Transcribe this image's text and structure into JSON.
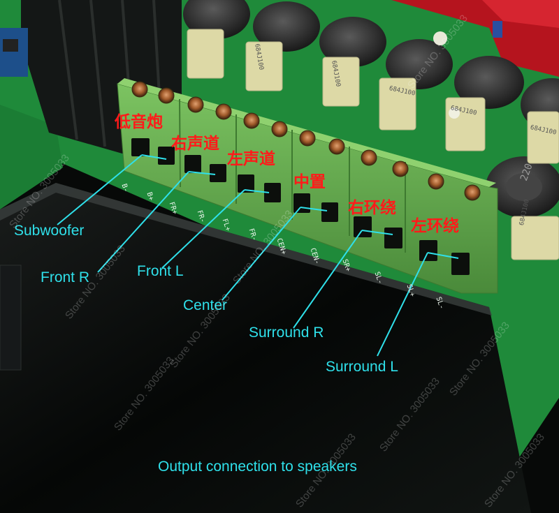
{
  "board": {
    "cn_labels": [
      "低音炮",
      "右声道",
      "左声道",
      "中置",
      "右环绕",
      "左环绕"
    ],
    "en_labels": [
      "Subwoofer",
      "Front R",
      "Front L",
      "Center",
      "Surround R",
      "Surround L"
    ],
    "silk_labels": [
      "B-",
      "B+",
      "FR+",
      "FR-",
      "FL+",
      "FR-",
      "CEN+",
      "CEN-",
      "SR+",
      "SL-",
      "SL+",
      "SL-"
    ],
    "capacitor_text": "684J100",
    "inductor_text": "220",
    "caption": "Output connection to speakers",
    "watermark": "Store NO. 3005033"
  },
  "colors": {
    "terminal_green": "#5fa84a",
    "pcb_green": "#1f8a3a",
    "case_black": "#0b0f0c",
    "cn_text": "#ff1a1a",
    "en_text": "#2fe0ea",
    "capacitor": "#ddd9a6",
    "heatsink_red": "#b5141e"
  }
}
